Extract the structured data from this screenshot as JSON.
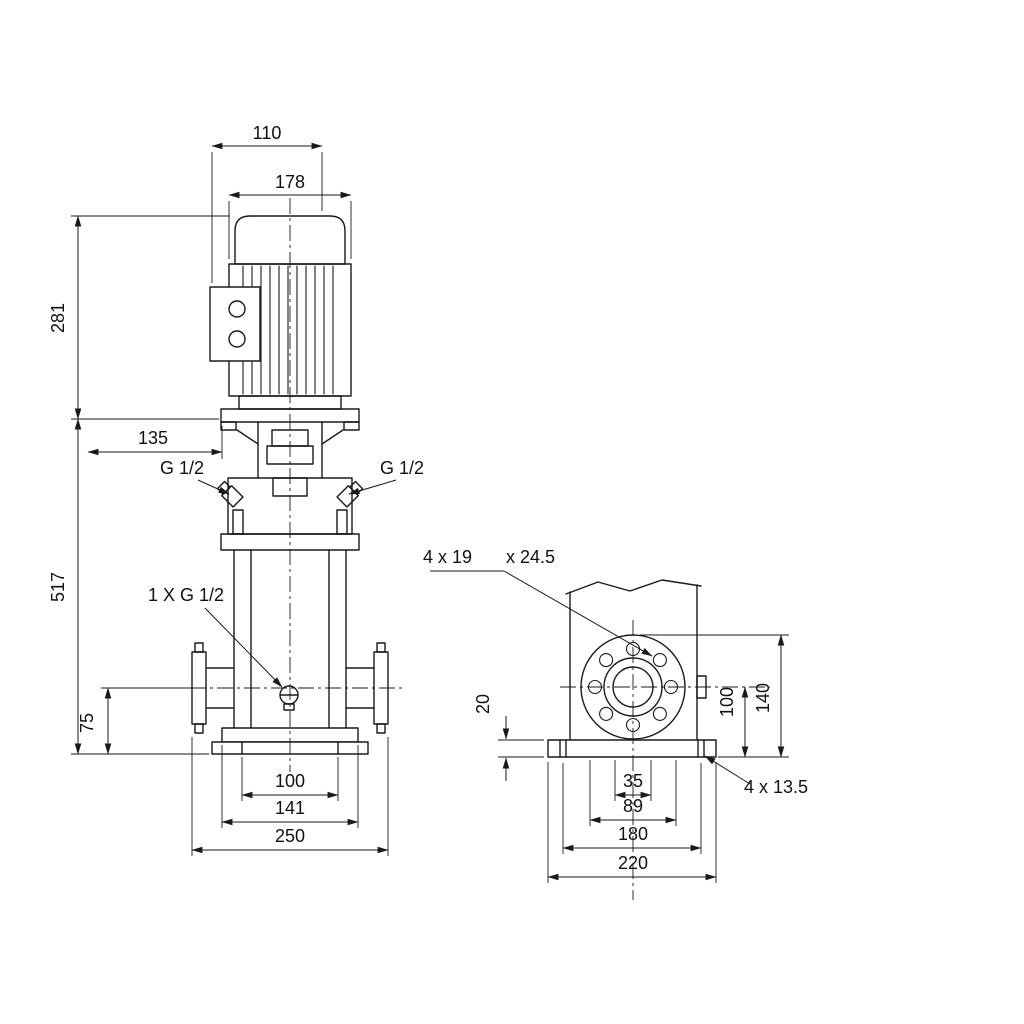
{
  "front_view": {
    "dim_motor_depth": "110",
    "dim_motor_width": "178",
    "dim_motor_height": "281",
    "dim_135": "135",
    "port_left": "G 1/2",
    "port_right": "G 1/2",
    "dim_pump_height": "517",
    "drain_label": "1 X G 1/2",
    "dim_port_height": "75",
    "dim_base_100": "100",
    "dim_base_141": "141",
    "dim_flange_faces": "250"
  },
  "side_view": {
    "flange_holes": "4 x 19",
    "flange_holes_depth": "x 24.5",
    "dim_base_thickness": "20",
    "dim_flange_center_height": "100",
    "dim_flange_top_height": "140",
    "dim_35": "35",
    "dim_89": "89",
    "dim_bolt_spacing": "180",
    "dim_base_length": "220",
    "base_holes": "4 x 13.5"
  },
  "colors": {
    "line": "#1a1a1a",
    "background": "#ffffff"
  }
}
